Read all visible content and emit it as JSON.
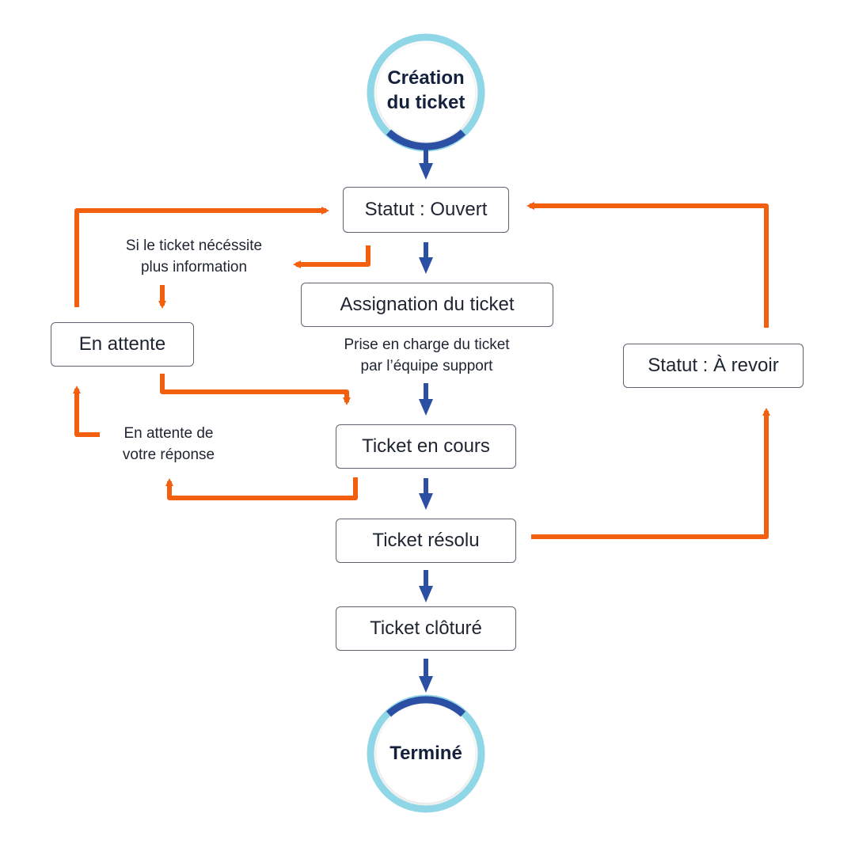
{
  "colors": {
    "flow_arrow": "#2b4fa3",
    "return_arrow": "#f2600f",
    "terminal_ring": "#8fd6e6",
    "terminal_accent": "#2b4fa3",
    "box_border": "#5d6470"
  },
  "start": {
    "line1": "Création",
    "line2": "du ticket"
  },
  "end": {
    "text": "Terminé"
  },
  "nodes": {
    "open": "Statut : Ouvert",
    "assignment": "Assignation du ticket",
    "in_progress": "Ticket en cours",
    "resolved": "Ticket résolu",
    "closed": "Ticket clôturé",
    "waiting": "En attente",
    "review": "Statut : À revoir"
  },
  "labels": {
    "more_info": {
      "line1": "Si le ticket nécéssite",
      "line2": "plus information"
    },
    "support": {
      "line1": "Prise en charge du ticket",
      "line2": "par l’équipe support"
    },
    "awaiting_reply": {
      "line1": "En attente de",
      "line2": "votre réponse"
    }
  }
}
